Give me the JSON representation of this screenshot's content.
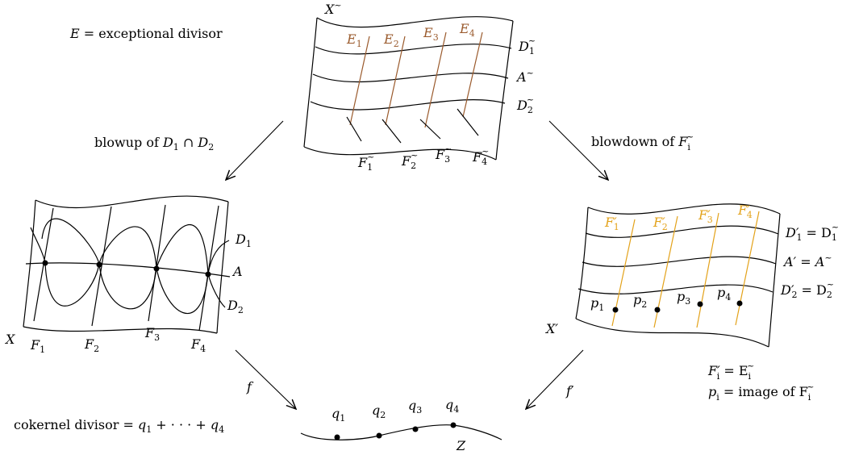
{
  "colors": {
    "brown": "#9a5a2c",
    "orange": "#e3a21a",
    "ink": "#000000"
  },
  "top_note": {
    "E": "E",
    "eq": " = exceptional divisor"
  },
  "xt": {
    "X": "X",
    "E": [
      "E",
      "E",
      "E",
      "E"
    ],
    "E_sub": [
      "1",
      "2",
      "3",
      "4"
    ],
    "F": [
      "F",
      "F",
      "F",
      "F"
    ],
    "F_sub": [
      "1",
      "2",
      "3",
      "4"
    ],
    "D1": "D",
    "D1_sub": "1",
    "A": "A",
    "D2": "D",
    "D2_sub": "2",
    "tilde": "~"
  },
  "arrow_left": {
    "text": "blowup of ",
    "D1": "D",
    "s1": "1",
    "cap": " ∩ ",
    "D2": "D",
    "s2": "2"
  },
  "arrow_right": {
    "text": "blowdown of ",
    "F": "F",
    "i": "i",
    "tilde": "~"
  },
  "X_left": {
    "X": "X",
    "F": [
      "F",
      "F",
      "F",
      "F"
    ],
    "F_sub": [
      "1",
      "2",
      "3",
      "4"
    ],
    "D1": "D",
    "D1_sub": "1",
    "A": "A",
    "D2": "D",
    "D2_sub": "2"
  },
  "X_right": {
    "X": "X′",
    "F": [
      "F′",
      "F′",
      "F′",
      "F′"
    ],
    "F_sub": [
      "1",
      "2",
      "3",
      "4"
    ],
    "p": [
      "p",
      "p",
      "p",
      "p"
    ],
    "p_sub": [
      "1",
      "2",
      "3",
      "4"
    ],
    "D1p": "D′",
    "D1p_sub": "1",
    "eq1": " = D",
    "eq1_sub": "1",
    "Ap": "A′ = A",
    "D2p": "D′",
    "D2p_sub": "2",
    "eq2": " = D",
    "eq2_sub": "2",
    "tilde": "~"
  },
  "arrow_f": "f",
  "arrow_fp": "f′",
  "notes_right": {
    "l1a": "F′",
    "l1s": "i",
    "l1b": " = E",
    "l1s2": "i",
    "tilde": "~",
    "l2a": "p",
    "l2s": "i",
    "l2b": " = image of F",
    "l2s2": "i"
  },
  "cokernel": {
    "text": "cokernel divisor = ",
    "q": "q",
    "s1": "1",
    "mid": " + · · · + ",
    "q4": "q",
    "s4": "4"
  },
  "Z": {
    "Z": "Z",
    "q": [
      "q",
      "q",
      "q",
      "q"
    ],
    "q_sub": [
      "1",
      "2",
      "3",
      "4"
    ]
  }
}
